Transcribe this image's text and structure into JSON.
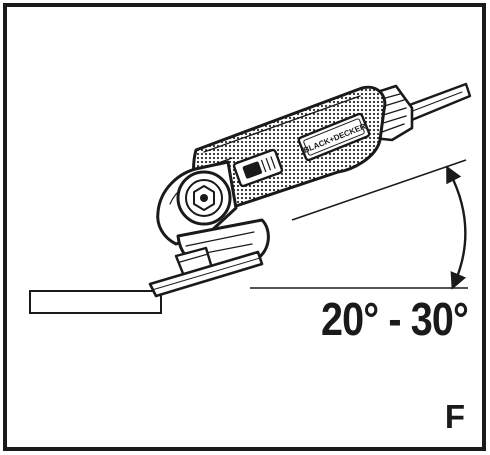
{
  "figure": {
    "angle_label": "20° - 30°",
    "figure_letter": "F",
    "logo_text": "BLACK+DECKER"
  },
  "colors": {
    "ink": "#1a1a1a",
    "paper": "#ffffff",
    "texture": "#555555"
  },
  "icons": {
    "tool": "angle-grinder-illustration",
    "arc": "double-headed-angle-arrow-icon",
    "workpiece": "workpiece-block"
  }
}
